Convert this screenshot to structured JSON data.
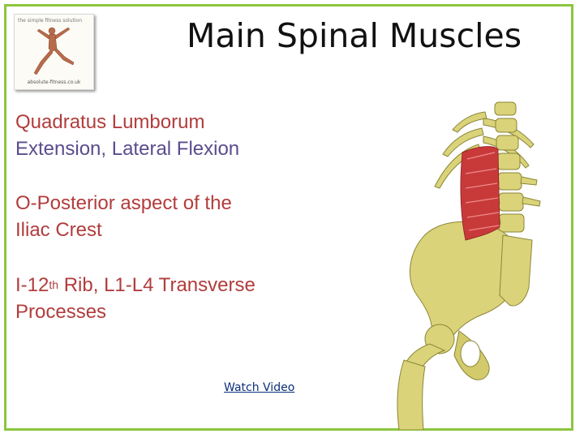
{
  "logo": {
    "top_text": "the simple fitness solution",
    "bottom_text": "absolute-fitness.co.uk",
    "figure_icon": "leaping-anatomy-figure-icon"
  },
  "title": "Main Spinal Muscles",
  "muscle": {
    "name": "Quadratus Lumborum",
    "actions": "Extension, Lateral Flexion",
    "origin_line1": "O-Posterior aspect of the",
    "origin_line2": "Iliac Crest",
    "insertion_prefix": "I-12",
    "insertion_sup": "th",
    "insertion_rest": " Rib, L1-L4 Transverse",
    "insertion_line2": "Processes"
  },
  "link": {
    "label": "Watch Video"
  },
  "illustration": {
    "icon": "spine-pelvis-quadratus-lumborum-illustration"
  },
  "colors": {
    "frame": "#8cc63f",
    "red_text": "#b23c3c",
    "purple_text": "#5b4c8e",
    "bone": "#dbd37a",
    "muscle": "#c83a3a",
    "link": "#0b2f7a"
  }
}
